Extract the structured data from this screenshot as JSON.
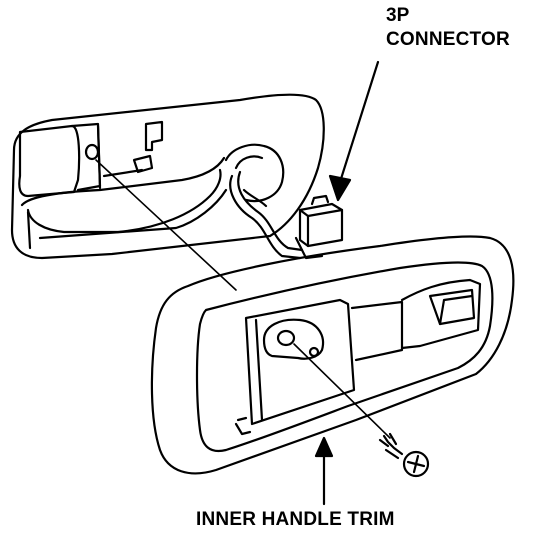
{
  "labels": {
    "connector_line1": "3P",
    "connector_line2": "CONNECTOR",
    "trim": "INNER HANDLE TRIM"
  },
  "colors": {
    "ink": "#000000",
    "paper": "#ffffff"
  }
}
